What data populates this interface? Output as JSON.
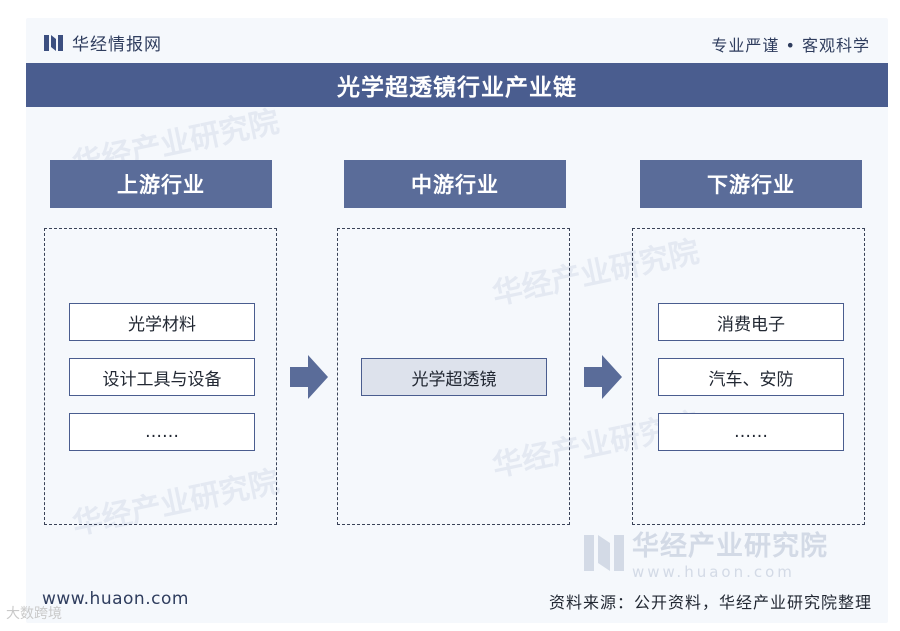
{
  "brand": {
    "name": "华经情报网"
  },
  "slogan": "专业严谨 • 客观科学",
  "title": "光学超透镜行业产业链",
  "stages": [
    {
      "header": "上游行业",
      "items": [
        "光学材料",
        "设计工具与设备",
        "……"
      ]
    },
    {
      "header": "中游行业",
      "items": [
        "光学超透镜"
      ]
    },
    {
      "header": "下游行业",
      "items": [
        "消费电子",
        "汽车、安防",
        "……"
      ]
    }
  ],
  "watermark": {
    "name": "华经产业研究院",
    "url": "www.huaon.com"
  },
  "footer": {
    "website": "www.huaon.com",
    "source": "资料来源：公开资料，华经产业研究院整理"
  },
  "corner_mark": "大数跨境",
  "colors": {
    "primary": "#4a5d8f",
    "header": "#5a6c99",
    "core_fill": "#dde2ec",
    "background": "#f5f8fc"
  }
}
